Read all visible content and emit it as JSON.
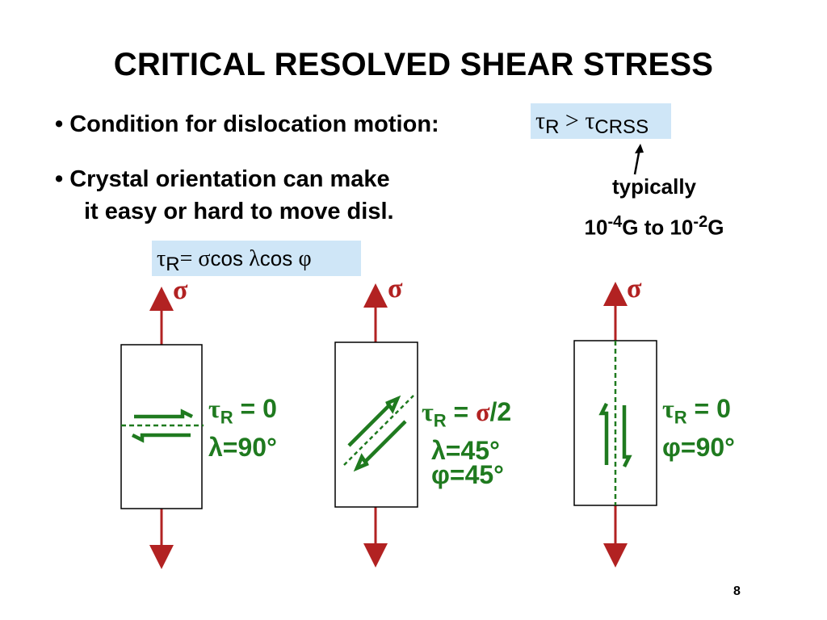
{
  "title": "CRITICAL RESOLVED SHEAR STRESS",
  "bullets": {
    "b1": "• Condition for dislocation motion:",
    "b2_line1": "• Crystal orientation can make",
    "b2_line2": "it easy or hard to move disl."
  },
  "condition": {
    "tau": "τ",
    "sub_r": "R",
    "gt": " > ",
    "tau2": "τ",
    "sub_crss": "CRSS"
  },
  "typically": "typically",
  "range": {
    "base1": "10",
    "exp1": "-4",
    "mid": "G to 10",
    "exp2": "-2",
    "end": "G"
  },
  "formula": {
    "tau": "τ",
    "sub_r": "R",
    "eq": "= σ",
    "cos1": "cos ",
    "lambda": "λ",
    "cos2": "cos ",
    "phi": "φ"
  },
  "stress_symbol": "σ",
  "panels": [
    {
      "tau_label": "τ",
      "sub": "R",
      "value": " = 0",
      "angle1": "λ=90°",
      "angle2": ""
    },
    {
      "tau_label": "τ",
      "sub": "R",
      "value": " = ",
      "value_red": "σ",
      "value_tail": "/2",
      "angle1": "λ=45°",
      "angle2": "φ=45°"
    },
    {
      "tau_label": "τ",
      "sub": "R",
      "value": " = 0",
      "angle1": "φ=90°",
      "angle2": ""
    }
  ],
  "colors": {
    "green": "#1f7a1f",
    "red": "#b22222",
    "highlight": "#cfe6f7"
  },
  "page_number": "8"
}
